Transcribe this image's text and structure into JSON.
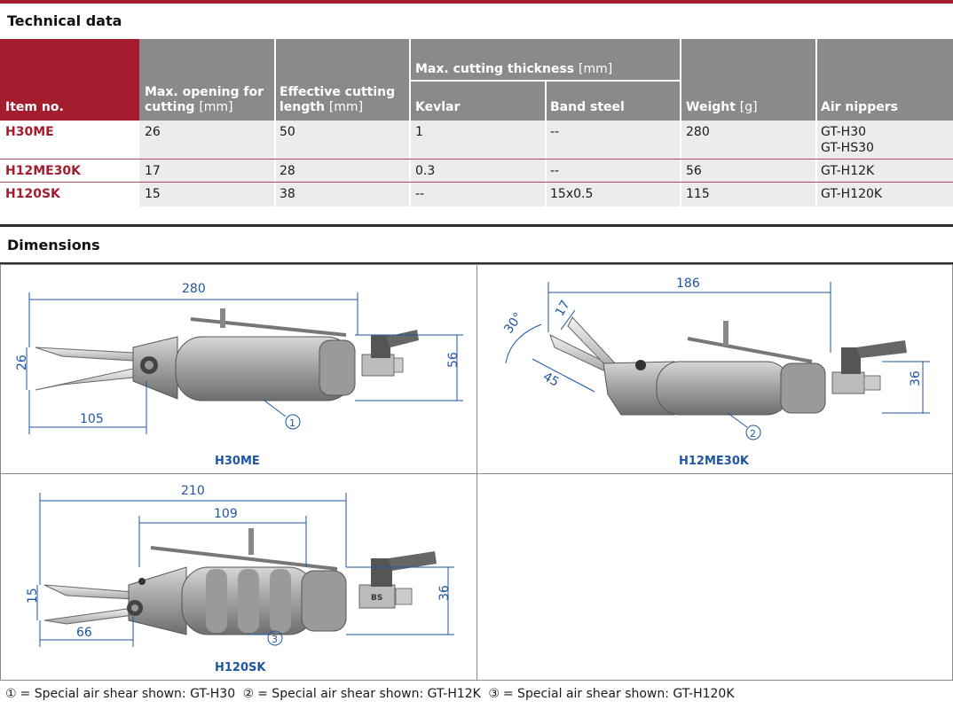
{
  "sections": {
    "technical_data": "Technical data",
    "dimensions": "Dimensions"
  },
  "table": {
    "headers": {
      "item_no": "Item no.",
      "max_opening": "Max. opening for",
      "max_opening_2": "cutting",
      "max_opening_unit": "[mm]",
      "effective_length": "Effective cutting",
      "effective_length_2": "length",
      "effective_length_unit": "[mm]",
      "max_thickness": "Max. cutting thickness",
      "max_thickness_unit": "[mm]",
      "kevlar": "Kevlar",
      "band_steel": "Band steel",
      "weight": "Weight",
      "weight_unit": "[g]",
      "air_nippers": "Air nippers"
    },
    "rows": [
      {
        "item": "H30ME",
        "opening": "26",
        "length": "50",
        "kevlar": "1",
        "band": "--",
        "weight": "280",
        "nip1": "GT-H30",
        "nip2": "GT-HS30"
      },
      {
        "item": "H12ME30K",
        "opening": "17",
        "length": "28",
        "kevlar": "0.3",
        "band": "--",
        "weight": "56",
        "nip1": "GT-H12K",
        "nip2": ""
      },
      {
        "item": "H120SK",
        "opening": "15",
        "length": "38",
        "kevlar": "--",
        "band": "15x0.5",
        "weight": "115",
        "nip1": "GT-H120K",
        "nip2": ""
      }
    ]
  },
  "drawings": {
    "h30me": {
      "caption": "H30ME",
      "d_total": "280",
      "d_blade": "105",
      "d_open": "26",
      "d_height": "56",
      "marker": "1"
    },
    "h12me30k": {
      "caption": "H12ME30K",
      "d_total": "186",
      "d_angle": "30°",
      "d_open": "17",
      "d_blade": "45",
      "d_height": "36",
      "marker": "2"
    },
    "h120sk": {
      "caption": "H120SK",
      "d_total": "210",
      "d_mid": "109",
      "d_open": "15",
      "d_blade": "66",
      "d_height": "36",
      "marker": "3",
      "label_bs": "BS"
    }
  },
  "footer": {
    "note1_marker": "①",
    "note1": "= Special air shear shown: GT-H30",
    "note2_marker": "②",
    "note2": "= Special air shear shown: GT-H12K",
    "note3_marker": "③",
    "note3": "= Special air shear shown: GT-H120K"
  },
  "colors": {
    "accent": "#a31d2f",
    "dimension": "#1f56a3",
    "header_gray": "#8a8a8a"
  }
}
